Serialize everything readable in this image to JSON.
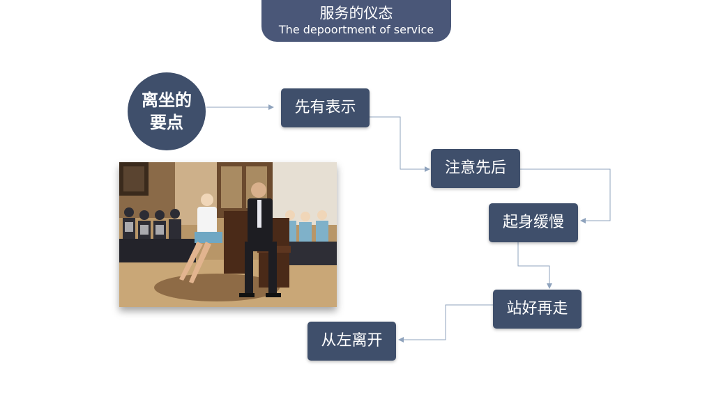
{
  "header": {
    "title": "服务的仪态",
    "subtitle": "The depoortment of service"
  },
  "topic": {
    "label": "离坐的要点"
  },
  "steps": [
    {
      "label": "先有表示"
    },
    {
      "label": "注意先后"
    },
    {
      "label": "起身缓慢"
    },
    {
      "label": "站好再走"
    },
    {
      "label": "从左离开"
    }
  ],
  "colors": {
    "header_bg": "#4a5778",
    "box_bg": "#3f4f6b",
    "connector": "#8fa3bd",
    "text": "#ffffff"
  },
  "photo": {
    "icon": "photo-of-seated-staff-demonstration"
  }
}
